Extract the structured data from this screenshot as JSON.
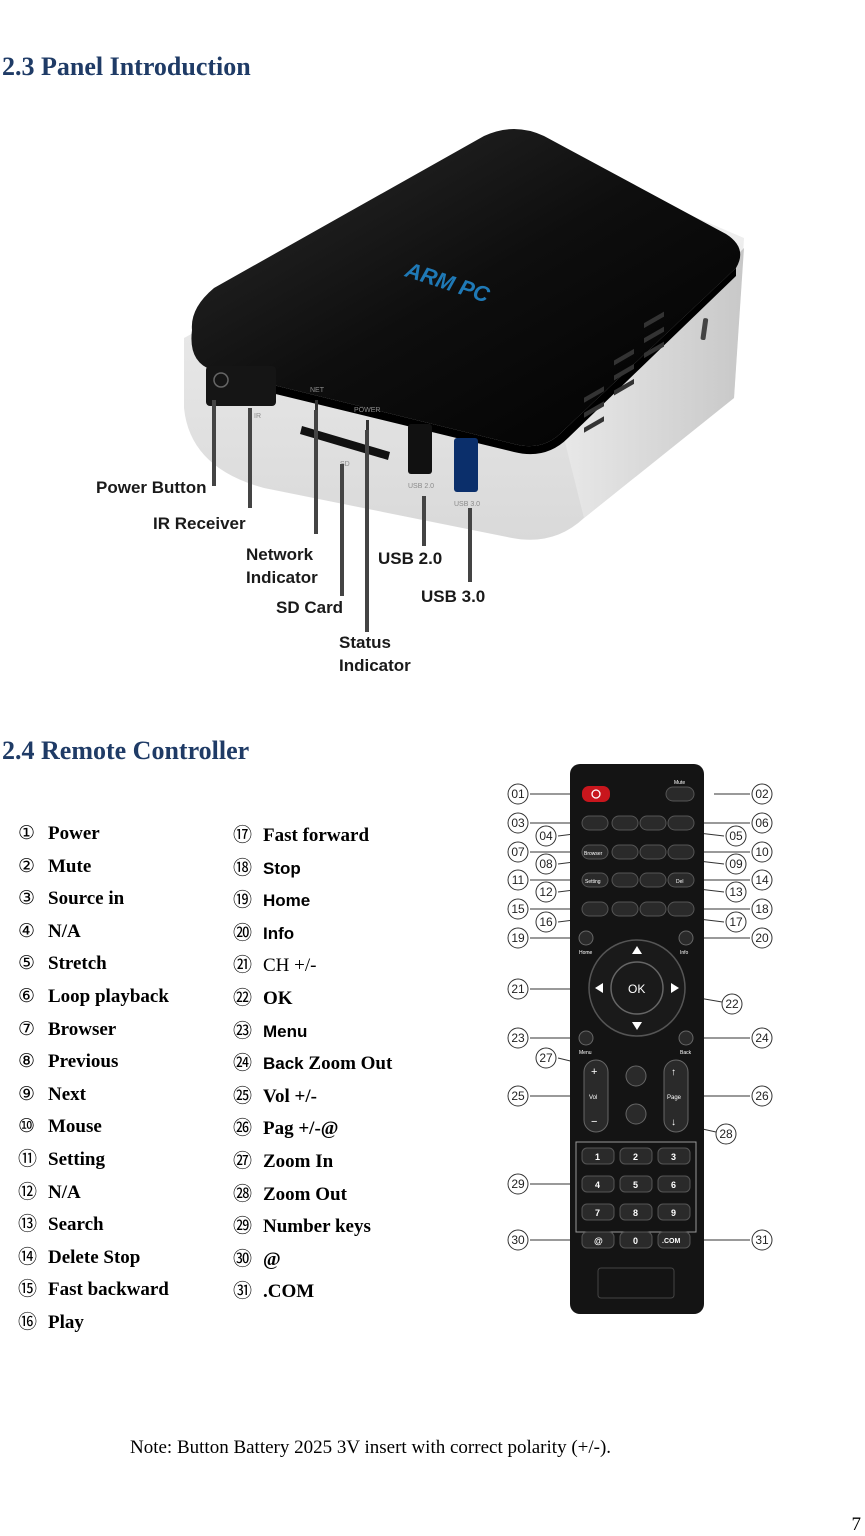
{
  "sections": {
    "panel_title": "2.3 Panel Introduction",
    "remote_title": "2.4 Remote Controller"
  },
  "device": {
    "brand": "ARM PC",
    "labels": {
      "power_button": "Power Button",
      "ir_receiver": "IR Receiver",
      "network_indicator_1": "Network",
      "network_indicator_2": "Indicator",
      "sd_card": "SD Card",
      "status_indicator_1": "Status",
      "status_indicator_2": "Indicator",
      "usb2": "USB 2.0",
      "usb3": "USB 3.0"
    },
    "tiny": {
      "net": "NET",
      "power": "POWER",
      "ir": "IR",
      "sd": "SD",
      "usb2": "USB 2.0",
      "usb3": "USB 3.0"
    }
  },
  "legend_left": [
    {
      "num": "①",
      "label": "Power"
    },
    {
      "num": "②",
      "label": "Mute"
    },
    {
      "num": "③",
      "label": "Source in"
    },
    {
      "num": "④",
      "label": "N/A"
    },
    {
      "num": "⑤",
      "label": "Stretch"
    },
    {
      "num": "⑥",
      "label": "Loop playback"
    },
    {
      "num": "⑦",
      "label": "Browser"
    },
    {
      "num": "⑧",
      "label": "Previous"
    },
    {
      "num": "⑨",
      "label": "Next"
    },
    {
      "num": "⑩",
      "label": "Mouse"
    },
    {
      "num": "⑪",
      "label": "Setting"
    },
    {
      "num": "⑫",
      "label": "N/A"
    },
    {
      "num": "⑬",
      "label": "Search"
    },
    {
      "num": "⑭",
      "label": "Delete Stop"
    },
    {
      "num": "⑮",
      "label": "Fast backward"
    },
    {
      "num": "⑯",
      "label": "Play"
    }
  ],
  "legend_right": [
    {
      "num": "⑰",
      "label": "Fast forward"
    },
    {
      "num": "⑱",
      "label": "Stop"
    },
    {
      "num": "⑲",
      "label": "Home"
    },
    {
      "num": "⑳",
      "label": "Info"
    },
    {
      "num": "㉑",
      "label": "CH +/-"
    },
    {
      "num": "㉒",
      "label": "OK"
    },
    {
      "num": "㉓",
      "label": "Menu"
    },
    {
      "num": "㉔",
      "label": "Back",
      "label2": "Zoom Out"
    },
    {
      "num": "㉕",
      "label": "Vol +/-"
    },
    {
      "num": "㉖",
      "label": "Pag +/-@"
    },
    {
      "num": "㉗",
      "label": "Zoom In"
    },
    {
      "num": "㉘",
      "label": "Zoom Out"
    },
    {
      "num": "㉙",
      "label": "Number keys"
    },
    {
      "num": "㉚",
      "label": "@"
    },
    {
      "num": "㉛",
      "label": ".COM"
    }
  ],
  "remote": {
    "callouts": [
      "01",
      "02",
      "03",
      "04",
      "05",
      "06",
      "07",
      "08",
      "09",
      "10",
      "11",
      "12",
      "13",
      "14",
      "15",
      "16",
      "17",
      "18",
      "19",
      "20",
      "21",
      "22",
      "23",
      "24",
      "25",
      "26",
      "27",
      "28",
      "29",
      "30",
      "31"
    ],
    "keys": {
      "mute": "Mute",
      "browser": "Browser",
      "del": "Del",
      "setting": "Setting",
      "home": "Home",
      "info": "Info",
      "ok": "OK",
      "menu": "Menu",
      "back": "Back",
      "vol": "Vol",
      "page": "Page",
      "plus": "+",
      "minus": "−",
      "up": "↑",
      "down": "↓",
      "digits": [
        "1",
        "2",
        "3",
        "4",
        "5",
        "6",
        "7",
        "8",
        "9"
      ],
      "zero": "0",
      "at": "@",
      "com": ".COM"
    }
  },
  "note": "Note: Button Battery 2025 3V insert with correct polarity (+/-).",
  "page_number": "7"
}
